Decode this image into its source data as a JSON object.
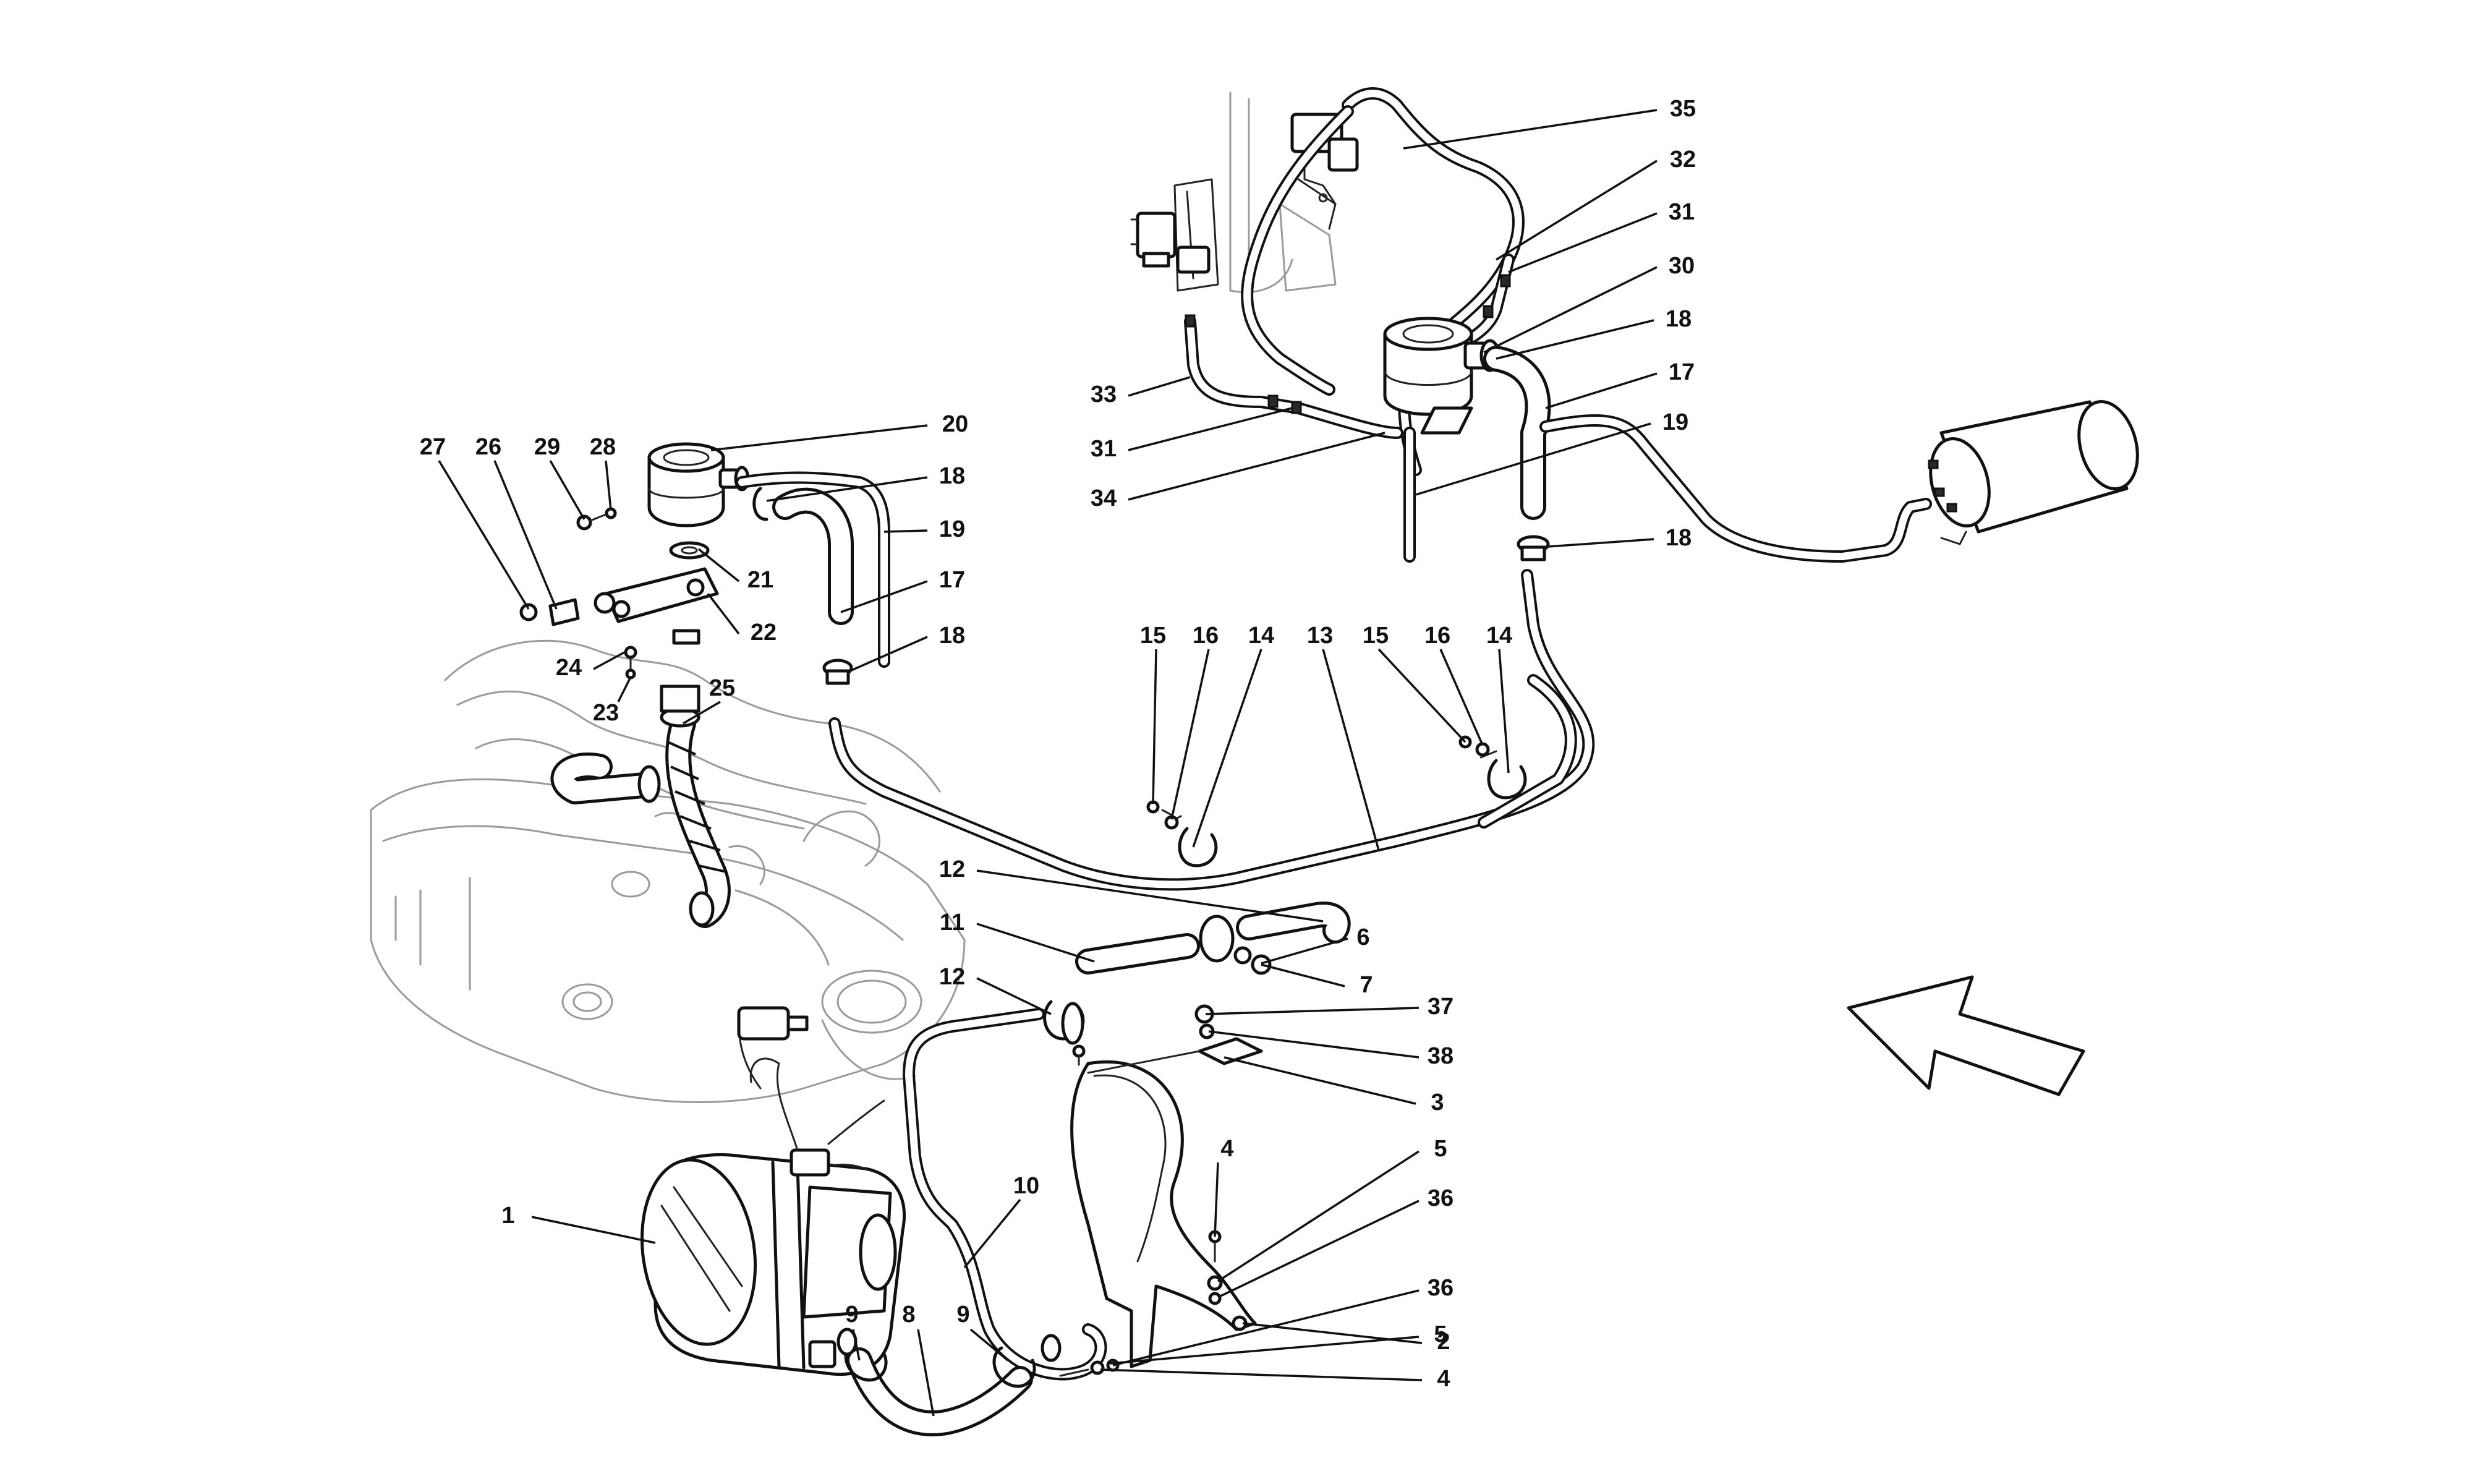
{
  "diagram": {
    "callouts": [
      {
        "label": "1"
      },
      {
        "label": "2"
      },
      {
        "label": "3"
      },
      {
        "label": "4"
      },
      {
        "label": "4"
      },
      {
        "label": "5"
      },
      {
        "label": "5"
      },
      {
        "label": "6"
      },
      {
        "label": "7"
      },
      {
        "label": "8"
      },
      {
        "label": "9"
      },
      {
        "label": "9"
      },
      {
        "label": "10"
      },
      {
        "label": "11"
      },
      {
        "label": "12"
      },
      {
        "label": "12"
      },
      {
        "label": "13"
      },
      {
        "label": "14"
      },
      {
        "label": "14"
      },
      {
        "label": "15"
      },
      {
        "label": "15"
      },
      {
        "label": "16"
      },
      {
        "label": "16"
      },
      {
        "label": "17"
      },
      {
        "label": "17"
      },
      {
        "label": "18"
      },
      {
        "label": "18"
      },
      {
        "label": "18"
      },
      {
        "label": "18"
      },
      {
        "label": "19"
      },
      {
        "label": "19"
      },
      {
        "label": "20"
      },
      {
        "label": "21"
      },
      {
        "label": "22"
      },
      {
        "label": "23"
      },
      {
        "label": "24"
      },
      {
        "label": "25"
      },
      {
        "label": "26"
      },
      {
        "label": "27"
      },
      {
        "label": "28"
      },
      {
        "label": "29"
      },
      {
        "label": "30"
      },
      {
        "label": "31"
      },
      {
        "label": "31"
      },
      {
        "label": "32"
      },
      {
        "label": "33"
      },
      {
        "label": "34"
      },
      {
        "label": "35"
      },
      {
        "label": "36"
      },
      {
        "label": "36"
      },
      {
        "label": "37"
      },
      {
        "label": "38"
      }
    ],
    "direction_arrow": "front-direction-arrow-icon"
  }
}
